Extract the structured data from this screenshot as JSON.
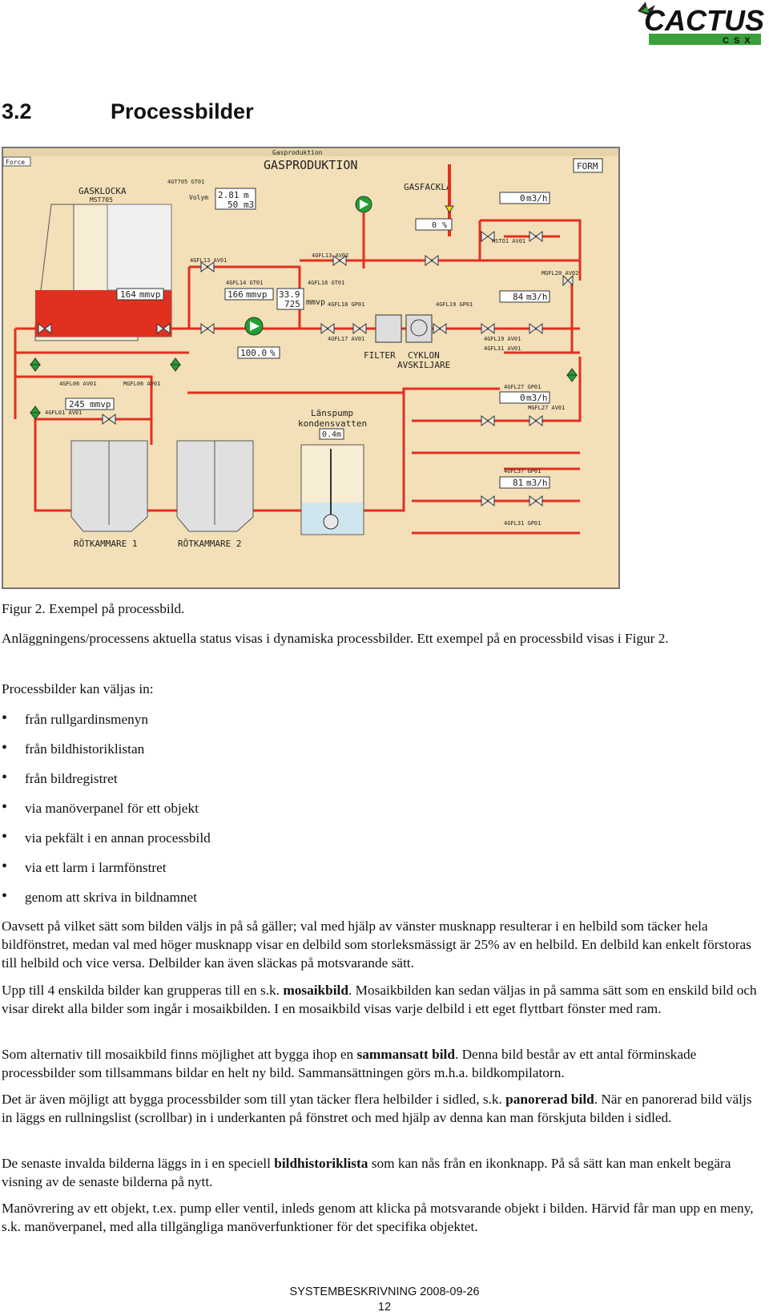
{
  "logo": {
    "brand": "CACTUS",
    "sub": "CSX"
  },
  "heading": {
    "number": "3.2",
    "title": "Processbilder"
  },
  "figure": {
    "window_title": "Gasproduktion",
    "menu": "Force",
    "title": "GASPRODUKTION",
    "form_button": "FORM",
    "gasklocka": "GASKLOCKA",
    "gasklocka_tag": "MST705",
    "gasfackla": "GASFACKLA",
    "volym_label": "Volym",
    "lvl_val": "2.81",
    "lvl_unit": "m",
    "vol_val": "50",
    "vol_unit": "m3",
    "pct_val": "0",
    "pct_unit": "%",
    "flow1_val": "0",
    "flow1_unit": "m3/h",
    "flow2_val": "84",
    "flow2_unit": "m3/h",
    "flow3_val": "0",
    "flow3_unit": "m3/h",
    "flow4_val": "81",
    "flow4_unit": "m3/h",
    "press1_val": "164",
    "press1_unit": "mmvp",
    "press2_val": "166",
    "press2_unit": "mmvp",
    "press3a_val": "33.9",
    "press3b_val": "725",
    "press3_unit": "mmvp",
    "press4_val": "245",
    "press4_unit": "mmvp",
    "speed_val": "100.0",
    "speed_unit": "%",
    "cond_val": "0.4",
    "cond_unit": "m",
    "filter": "FILTER",
    "cyklon": "CYKLON",
    "avskiljare": "AVSKILJARE",
    "lanspump": "Länspump",
    "kondensvatten": "kondensvatten",
    "rotk1": "RÖTKAMMARE 1",
    "rotk2": "RÖTKAMMARE 2",
    "tags": [
      "MST705",
      "4GT705 GT01",
      "4GFL13 AV01",
      "4GFL14 GT01",
      "4GFL16 GT01",
      "4GFL18 GP01",
      "4GFL19 GP01",
      "4GFL13 AV02",
      "MGFL20 AV02",
      "4GFL17 AV01",
      "4GFL19 AV01",
      "MGFL06 AV01",
      "4GFL06 AV01",
      "MSTO1 AV01",
      "4GFL01 AV01",
      "4GFL27 GP01",
      "4GFL37 GP01",
      "MGFL27 AV01",
      "4GFL31 GP01",
      "4GFL31 AV01"
    ]
  },
  "caption": "Figur 2. Exempel på processbild.",
  "p1": "Anläggningens/processens aktuella status visas i dynamiska processbilder. Ett exempel på en processbild visas i Figur 2.",
  "p2": "Processbilder kan väljas in:",
  "bullets": [
    "från rullgardinsmenyn",
    "från bildhistoriklistan",
    "från bildregistret",
    "via manöverpanel för ett objekt",
    "via pekfält i en annan processbild",
    "via ett larm i larmfönstret",
    "genom att skriva in bildnamnet"
  ],
  "p3": "Oavsett på vilket sätt som bilden väljs in på så gäller; val med hjälp av vänster musknapp resulterar i en helbild som täcker hela bildfönstret, medan val med höger musknapp visar en delbild som storleksmässigt är 25% av en helbild. En delbild kan enkelt förstoras till helbild och vice versa. Delbilder kan även släckas på motsvarande sätt.",
  "p4": {
    "a": "Upp till 4 enskilda bilder kan grupperas till en s.k. ",
    "b": "mosaikbild",
    "c": ". Mosaikbilden kan sedan väljas in på samma sätt som en enskild bild och visar direkt alla bilder som ingår i mosaikbilden. I en mosaikbild visas varje delbild i ett eget flyttbart fönster med ram."
  },
  "p5": {
    "a": "Som alternativ till mosaikbild finns möjlighet att bygga ihop en ",
    "b": "sammansatt bild",
    "c": ". Denna bild består av ett antal förminskade processbilder som tillsammans bildar en helt ny bild. Sammansättningen görs m.h.a. bildkompilatorn."
  },
  "p6": {
    "a": "Det är även möjligt att bygga processbilder som till ytan täcker flera helbilder i sidled, s.k. ",
    "b": "panorerad bild",
    "c": ". När en panorerad bild väljs in läggs en rullningslist (scrollbar) in i underkanten på fönstret och med hjälp av denna kan man förskjuta bilden i sidled."
  },
  "p7": {
    "a": "De senaste invalda bilderna läggs in i en speciell ",
    "b": "bildhistoriklista",
    "c": " som kan nås från en ikonknapp. På så sätt kan man enkelt begära visning av de senaste bilderna på nytt."
  },
  "p8": "Manövrering av ett objekt, t.ex. pump eller ventil, inleds genom att klicka på motsvarande objekt i bilden. Härvid får man upp en meny, s.k. manöverpanel, med alla tillgängliga manöverfunktioner för det specifika objektet.",
  "footer": {
    "line1": "SYSTEMBESKRIVNING 2008-09-26",
    "page": "12"
  },
  "colors": {
    "pipe": "#e03020",
    "background": "#f3e0b8",
    "valve_green": "#20a030"
  }
}
